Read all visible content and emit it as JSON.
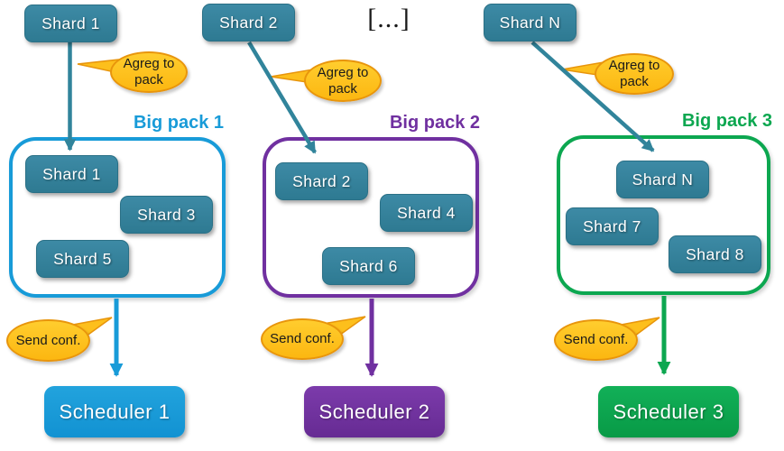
{
  "ellipsis": "[...]",
  "columns": [
    {
      "source_shard": "Shard 1",
      "aggregate_bubble": "Agreg to pack",
      "pack_label": "Big pack 1",
      "pack_shards": [
        "Shard 1",
        "Shard 3",
        "Shard 5"
      ],
      "confirm_bubble": "Send conf.",
      "scheduler": "Scheduler 1"
    },
    {
      "source_shard": "Shard 2",
      "aggregate_bubble": "Agreg to pack",
      "pack_label": "Big pack 2",
      "pack_shards": [
        "Shard 2",
        "Shard 4",
        "Shard 6"
      ],
      "confirm_bubble": "Send conf.",
      "scheduler": "Scheduler 2"
    },
    {
      "source_shard": "Shard N",
      "aggregate_bubble": "Agreg to pack",
      "pack_label": "Big pack 3",
      "pack_shards": [
        "Shard N",
        "Shard 7",
        "Shard 8"
      ],
      "confirm_bubble": "Send conf.",
      "scheduler": "Scheduler 3"
    }
  ],
  "colors": {
    "shard_teal": "#31849B",
    "pack1_blue": "#189BD8",
    "pack2_purple": "#7030A0",
    "pack3_green": "#0CA750",
    "bubble_fill": "#FFC000",
    "bubble_border": "#E8950C"
  }
}
